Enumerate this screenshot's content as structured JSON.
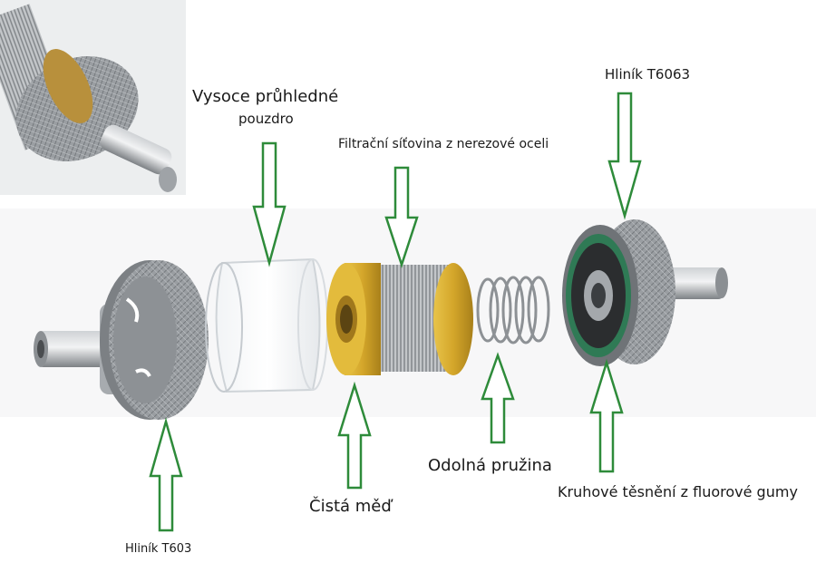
{
  "labels": {
    "housing_line1": "Vysoce průhledné",
    "housing_line2": "pouzdro",
    "mesh": "Filtrační síťovina z nerezové oceli",
    "aluminium_right": "Hliník T6063",
    "spring": "Odolná pružina",
    "copper": "Čistá měď",
    "oring": "Kruhové těsnění z fluorové gumy",
    "aluminium_left": "Hliník T603"
  },
  "colors": {
    "arrow_stroke": "#2e8b3a",
    "arrow_fill": "#ffffff",
    "aluminium": "#8e9296",
    "brass": "#c9a227",
    "oring": "#2f7a55",
    "steel_mesh": "#b6b9bc"
  }
}
